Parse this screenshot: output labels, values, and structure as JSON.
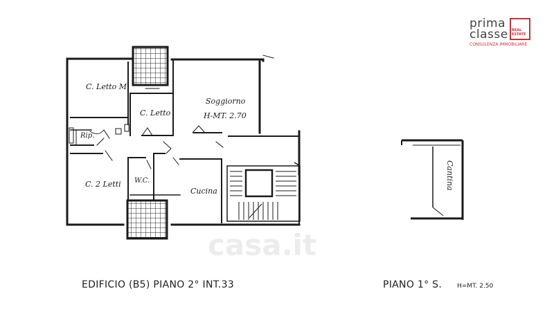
{
  "logo": {
    "word1": "prima",
    "word2": "classe",
    "badge": "REAL ESTATE",
    "tagline": "CONSULENZA IMMOBILIARE"
  },
  "watermark": "casa.it",
  "rooms": {
    "letto_m": "C. Letto M.",
    "letto": "C. Letto",
    "soggiorno": "Soggiorno",
    "soggiorno_height": "H-MT. 2.70",
    "rip": "Rip.",
    "due_letti": "C. 2 Letti",
    "wc": "W.C.",
    "cucina": "Cucina",
    "cantina": "Cantina"
  },
  "captions": {
    "main_floor": "EDIFICIO (B5) PIANO 2° INT.33",
    "basement": "PIANO 1° S.",
    "basement_height": "H=MT. 2.50"
  },
  "colors": {
    "wall": "#1a1a1a",
    "brand": "#c8323a"
  }
}
